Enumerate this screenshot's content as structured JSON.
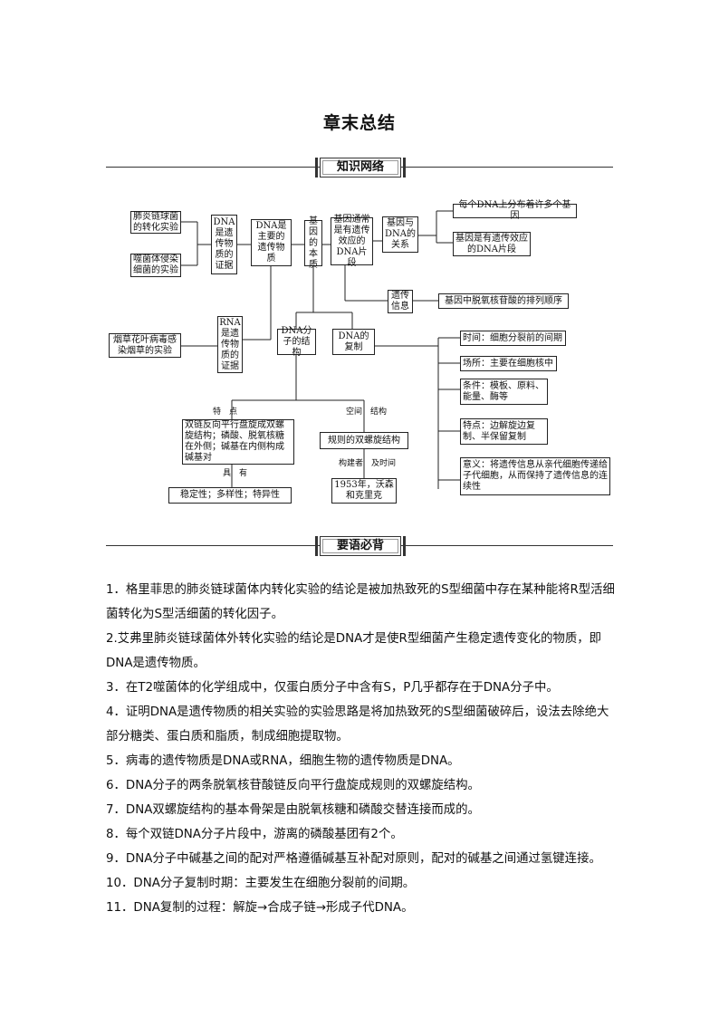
{
  "title": "章末总结",
  "sections": {
    "network": "知识网络",
    "key_points": "要语必背"
  },
  "concept_map": {
    "boxes": {
      "pneumococcus": "肺炎链球菌的转化实验",
      "phage": "噬菌体侵染细菌的实验",
      "dna_evidence": "DNA是遗传物质的证据",
      "dna_main": "DNA是主要的遗传物质",
      "gene_essence": "基因的本质",
      "gene_fragment": "基因通常是有遗传效应的DNA片段",
      "gene_dna_relation": "基因与DNA的关系",
      "many_genes": "每个DNA上分布着许多个基因",
      "gene_is_fragment": "基因是有遗传效应的DNA片段",
      "genetic_info": "遗传信息",
      "nucleotide_order": "基因中脱氧核苷酸的排列顺序",
      "tmv": "烟草花叶病毒感染烟草的实验",
      "rna_evidence": "RNA是遗传物质的证据",
      "dna_structure": "DNA分子的结构",
      "dna_replication": "DNA的复制",
      "time": "时间：细胞分裂前的间期",
      "place": "场所：主要在细胞核中",
      "conditions": "条件：模板、原料、能量、酶等",
      "features_rep": "特点：边解旋边复制、半保留复制",
      "meaning": "意义：将遗传信息从亲代细胞传递给子代细胞，从而保持了遗传信息的连续性",
      "structure_features": "双链反向平行盘旋成双螺旋结构；磷酸、脱氧核糖在外侧；碱基在内侧构成碱基对",
      "double_helix": "规则的双螺旋结构",
      "builders": "1953年，沃森和克里克",
      "properties": "稳定性；多样性；特异性"
    },
    "labels": {
      "features": "特　点",
      "space_structure": "空间　结构",
      "builder_time": "构建者　及时间",
      "has": "具　有"
    }
  },
  "key_points": [
    "1．格里菲思的肺炎链球菌体内转化实验的结论是被加热致死的S型细菌中存在某种能将R型活细菌转化为S型活细菌的转化因子。",
    "2.艾弗里肺炎链球菌体外转化实验的结论是DNA才是使R型细菌产生稳定遗传变化的物质，即DNA是遗传物质。",
    "3．在T2噬菌体的化学组成中，仅蛋白质分子中含有S，P几乎都存在于DNA分子中。",
    "4．证明DNA是遗传物质的相关实验的实验思路是将加热致死的S型细菌破碎后，设法去除绝大部分糖类、蛋白质和脂质，制成细胞提取物。",
    "5．病毒的遗传物质是DNA或RNA，细胞生物的遗传物质是DNA。",
    "6．DNA分子的两条脱氧核苷酸链反向平行盘旋成规则的双螺旋结构。",
    "7．DNA双螺旋结构的基本骨架是由脱氧核糖和磷酸交替连接而成的。",
    "8．每个双链DNA分子片段中，游离的磷酸基团有2个。",
    "9．DNA分子中碱基之间的配对严格遵循碱基互补配对原则，配对的碱基之间通过氢键连接。",
    "10．DNA分子复制时期：主要发生在细胞分裂前的间期。",
    "11．DNA复制的过程：解旋→合成子链→形成子代DNA。"
  ]
}
